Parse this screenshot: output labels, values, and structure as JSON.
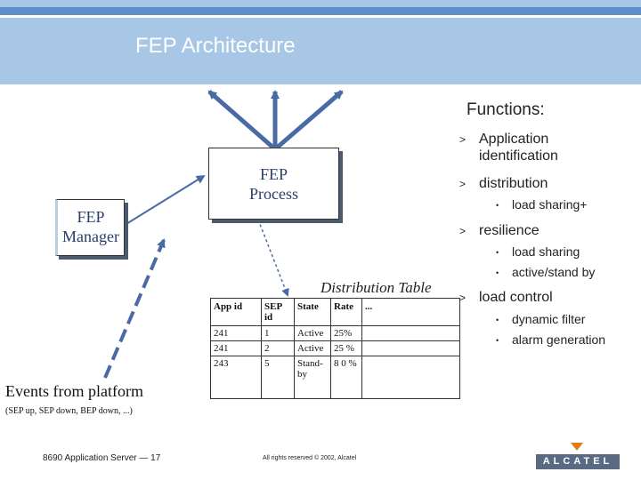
{
  "title": "FEP Architecture",
  "nodes": {
    "fep_process": [
      "FEP",
      "Process"
    ],
    "fep_manager": [
      "FEP",
      "Manager"
    ]
  },
  "distribution": {
    "label": "Distribution Table",
    "headers": [
      "App id",
      "SEP id",
      "State",
      "Rate",
      "..."
    ],
    "rows": [
      [
        "241",
        "1",
        "Active",
        "25%",
        ""
      ],
      [
        "241",
        "2",
        "Active",
        "25 %",
        ""
      ],
      [
        "243",
        "5",
        "Stand-by",
        "8 0 %",
        ""
      ]
    ]
  },
  "events": {
    "title": "Events from platform",
    "subtitle": "(SEP up, SEP down, BEP down, ...)"
  },
  "functions": {
    "title": "Functions:",
    "items": [
      {
        "label": "Application identification",
        "subs": []
      },
      {
        "label": "distribution",
        "subs": [
          "load sharing+"
        ]
      },
      {
        "label": "resilience",
        "subs": [
          "load sharing",
          "active/stand by"
        ]
      },
      {
        "label": "load control",
        "subs": [
          "dynamic filter",
          "alarm generation"
        ]
      }
    ]
  },
  "footer": {
    "left": "8690 Application Server — 17",
    "center": "All rights reserved © 2002, Alcatel",
    "logo": "ALCATEL"
  },
  "colors": {
    "header_band": "#a8c6e6",
    "header_line": "#5e8fcd",
    "arrow": "#4a6aa5",
    "box_text": "#2a3f66",
    "logo_mark": "#e07a12"
  }
}
